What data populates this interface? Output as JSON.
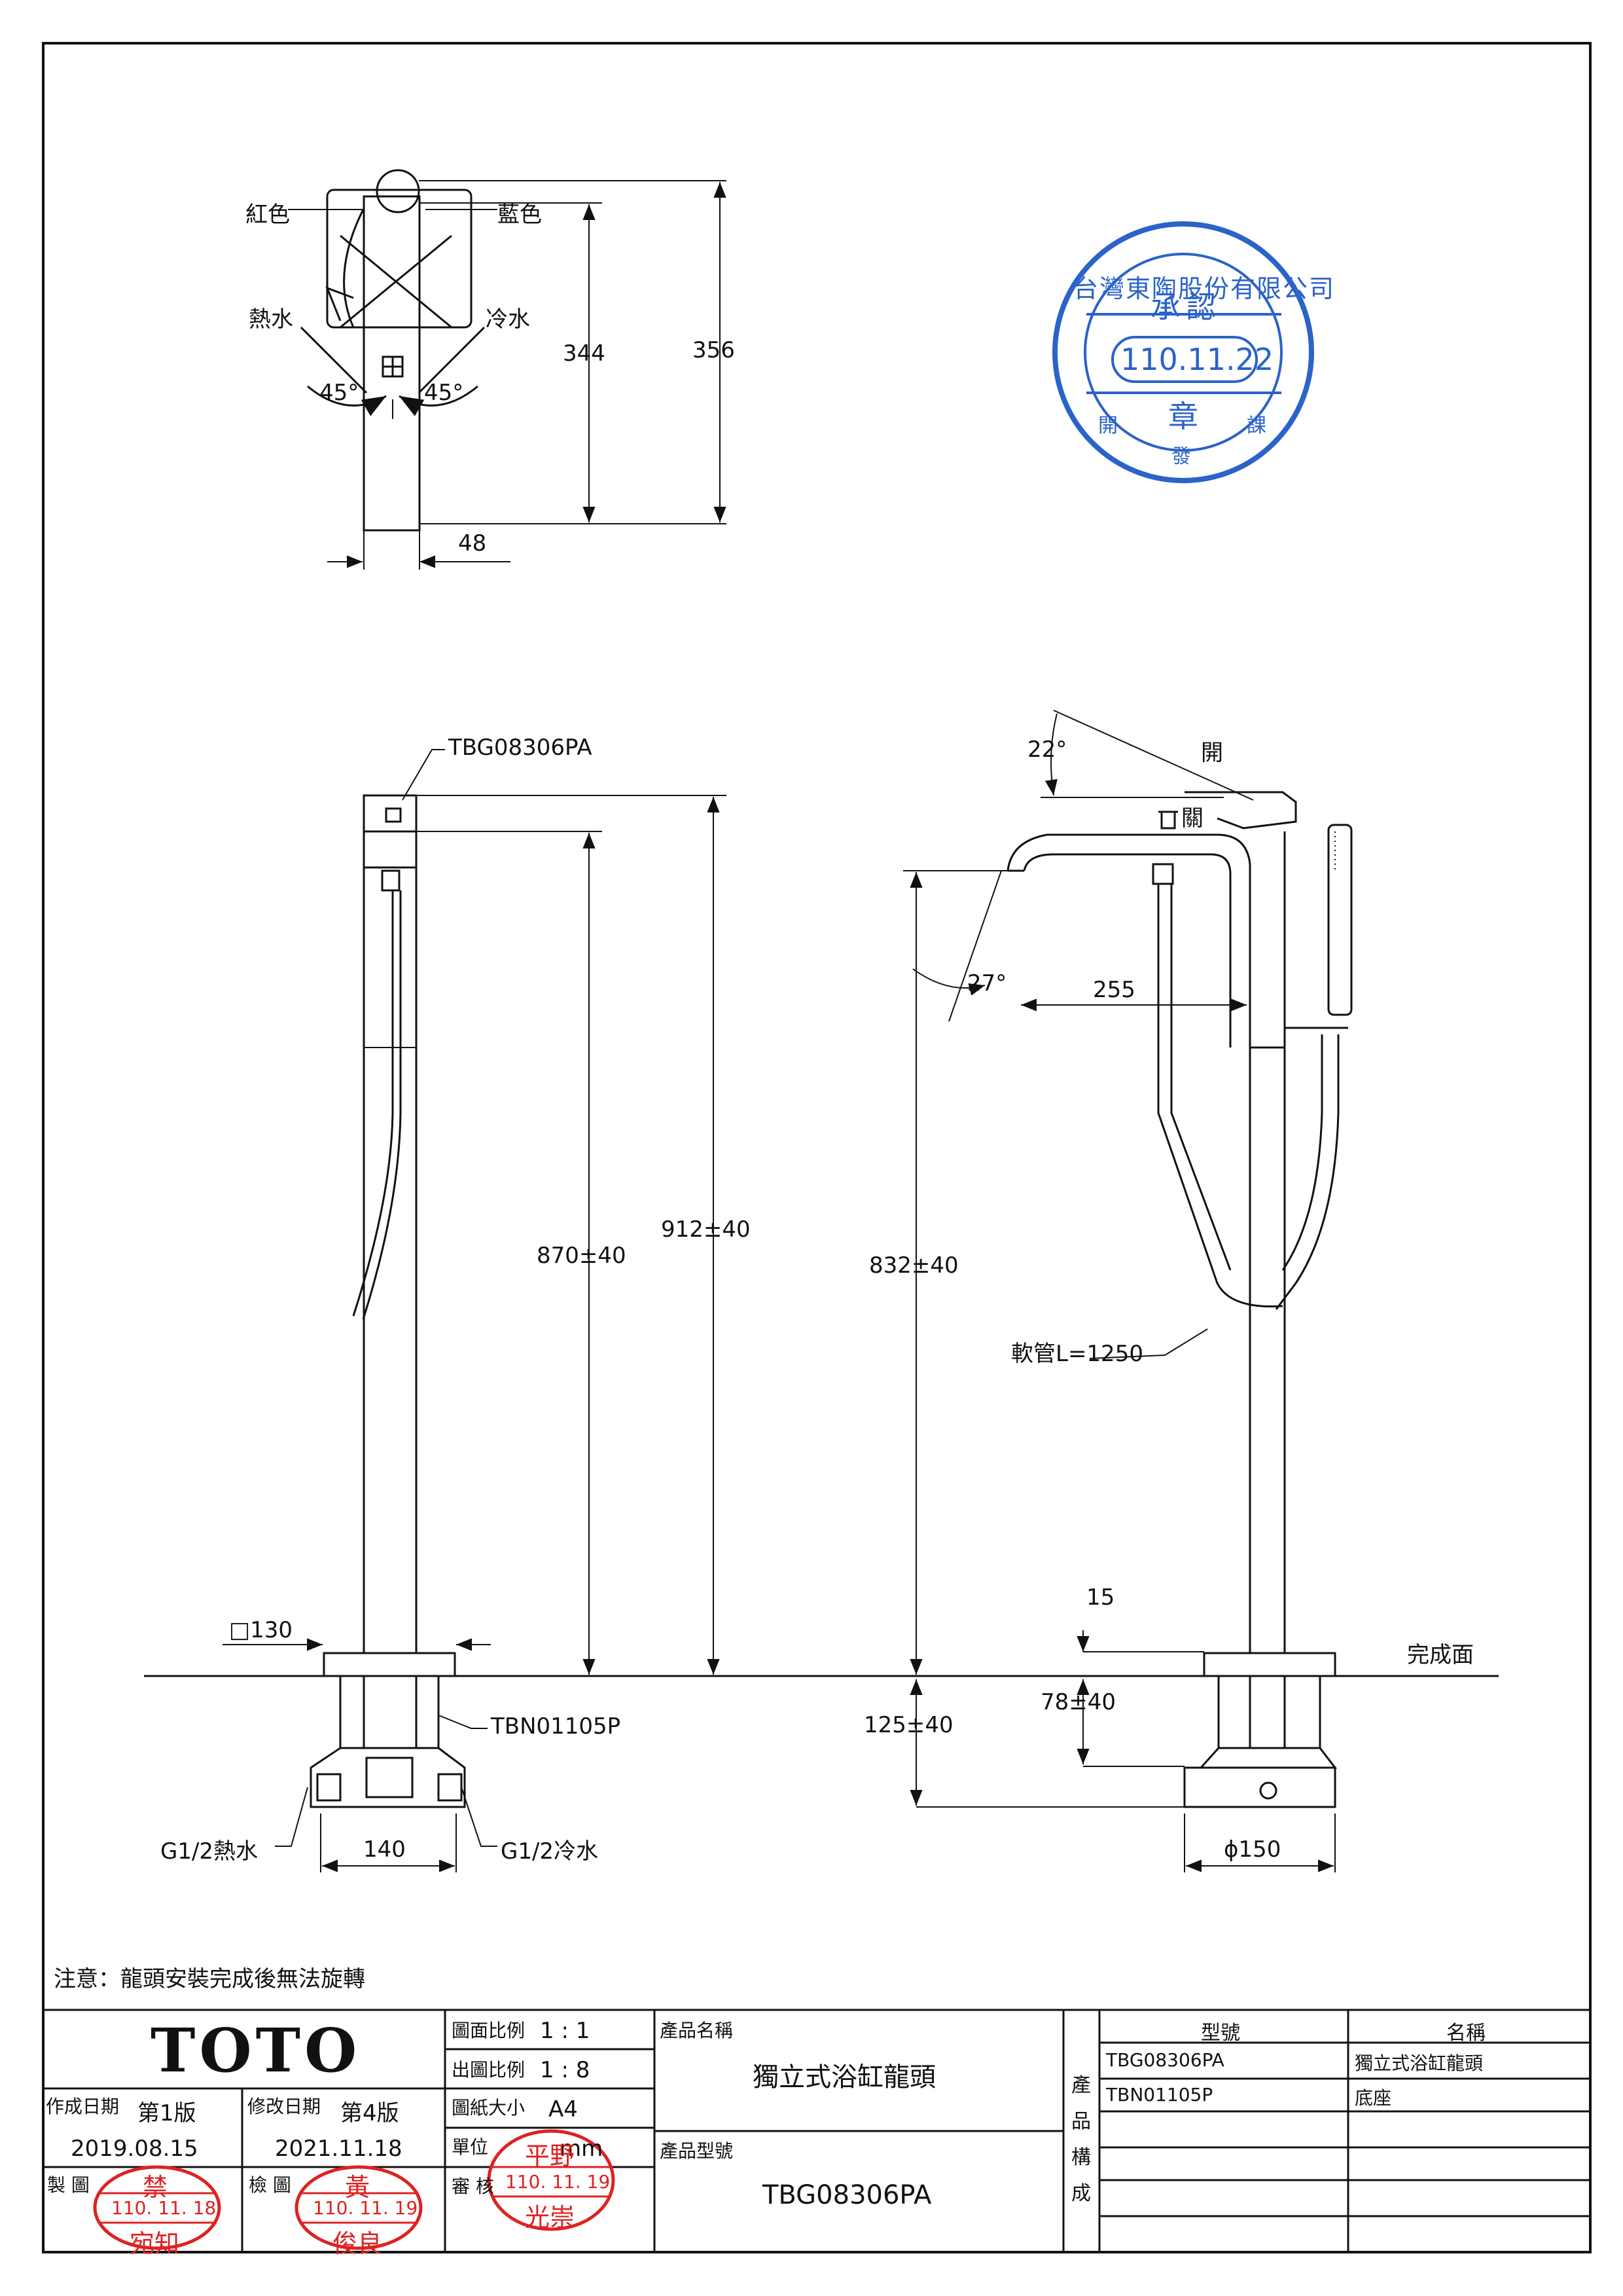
{
  "drawing": {
    "top_view": {
      "label_red": "紅色",
      "label_blue": "藍色",
      "label_hot": "熱水",
      "label_cold": "冷水",
      "angle_left": "45°",
      "angle_right": "45°",
      "dim_height_inner": "344",
      "dim_height_outer": "356",
      "dim_width": "48"
    },
    "front_view": {
      "model_label": "TBG08306PA",
      "dim_870": "870±40",
      "dim_912": "912±40",
      "base_square": "□130",
      "base_model": "TBN01105P",
      "inlet_hot": "G1/2熱水",
      "inlet_cold": "G1/2冷水",
      "dim_140": "140"
    },
    "side_view": {
      "angle_22": "22°",
      "open_label": "開",
      "close_label": "關",
      "angle_27": "27°",
      "dim_255": "255",
      "dim_832": "832±40",
      "hose": "軟管L=1250",
      "dim_15": "15",
      "finish_surface": "完成面",
      "dim_78": "78±40",
      "dim_125": "125±40",
      "dim_150": "ϕ150"
    },
    "note": "注意：龍頭安裝完成後無法旋轉"
  },
  "approval_stamp": {
    "company": "台灣東陶股份有限公司",
    "approved": "承認",
    "date": "110.11.22",
    "seal": "章",
    "dept_left": "開",
    "dept_bottom": "發",
    "dept_right": "課"
  },
  "title_block": {
    "brand": "TOTO",
    "drawing_scale_label": "圖面比例",
    "drawing_scale": "1 : 1",
    "print_scale_label": "出圖比例",
    "print_scale": "1 : 8",
    "paper_label": "圖紙大小",
    "paper": "A4",
    "unit_label": "單位",
    "unit": "mm",
    "review_label": "審 核",
    "created_label": "作成日期",
    "version_first": "第1版",
    "created_date": "2019.08.15",
    "revised_label": "修改日期",
    "version_current": "第4版",
    "revised_date": "2021.11.18",
    "drafted_label": "製 圖",
    "checked_label": "檢 圖",
    "product_name_label": "產品名稱",
    "product_name": "獨立式浴缸龍頭",
    "product_model_label": "產品型號",
    "product_model": "TBG08306PA",
    "composition_label": [
      "產",
      "品",
      "構",
      "成"
    ],
    "table_header_model": "型號",
    "table_header_name": "名稱",
    "components": [
      {
        "model": "TBG08306PA",
        "name": "獨立式浴缸龍頭"
      },
      {
        "model": "TBN01105P",
        "name": "底座"
      },
      {
        "model": "",
        "name": ""
      },
      {
        "model": "",
        "name": ""
      },
      {
        "model": "",
        "name": ""
      }
    ]
  },
  "signature_stamps": {
    "drafter": {
      "name_top": "禁",
      "date": "110. 11. 18",
      "name_bottom": "宛知"
    },
    "checker": {
      "name_top": "黃",
      "date": "110. 11. 19",
      "name_bottom": "俊良"
    },
    "reviewer": {
      "name_top": "平野",
      "date": "110. 11. 19",
      "name_bottom": "光崇"
    }
  }
}
